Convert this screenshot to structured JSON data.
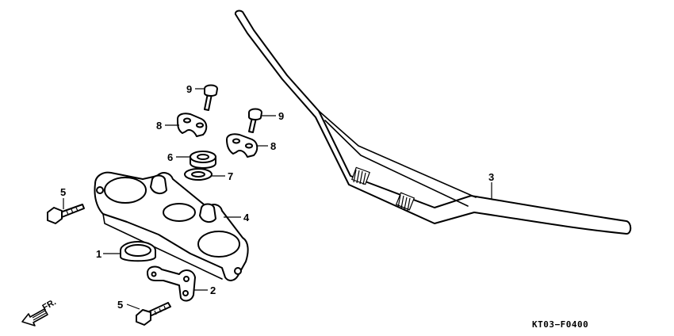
{
  "callouts": {
    "c1": "1",
    "c2": "2",
    "c3": "3",
    "c4": "4",
    "c5a": "5",
    "c5b": "5",
    "c6": "6",
    "c7": "7",
    "c8a": "8",
    "c8b": "8",
    "c9a": "9",
    "c9b": "9"
  },
  "direction_label": "FR.",
  "diagram_code": "KT03−F0400"
}
